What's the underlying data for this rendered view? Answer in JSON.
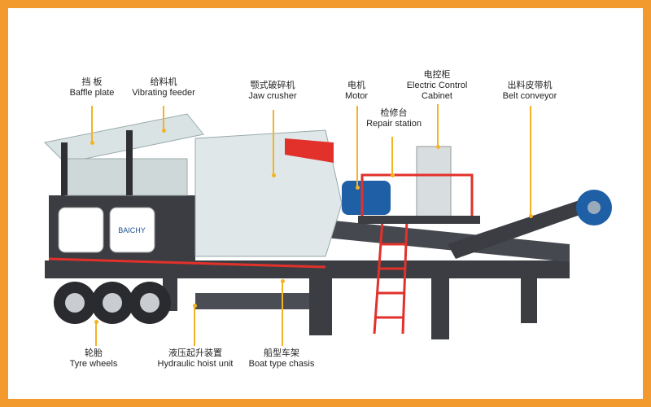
{
  "labels": {
    "baffle": {
      "cn": "挡 板",
      "en": "Baffle plate"
    },
    "feeder": {
      "cn": "给料机",
      "en": "Vibrating feeder"
    },
    "jaw": {
      "cn": "颚式破碎机",
      "en": "Jaw crusher"
    },
    "motor": {
      "cn": "电机",
      "en": "Motor"
    },
    "cabinet": {
      "cn": "电控柜",
      "en1": "Electric Control",
      "en2": "Cabinet"
    },
    "repair": {
      "cn": "检修台",
      "en": "Repair station"
    },
    "belt": {
      "cn": "出料皮带机",
      "en": "Belt conveyor"
    },
    "tyre": {
      "cn": "轮胎",
      "en": "Tyre wheels"
    },
    "hydraulic": {
      "cn": "液压起升装置",
      "en": "Hydraulic  hoist unit"
    },
    "chassis": {
      "cn": "船型车架",
      "en": "Boat type chasis"
    }
  },
  "brand": "BAICHY",
  "colors": {
    "border": "#f39a2e",
    "leader": "#f5b323",
    "body": "#3b3d42",
    "accent": "#e2312b",
    "machine": "#d9e3e4"
  }
}
